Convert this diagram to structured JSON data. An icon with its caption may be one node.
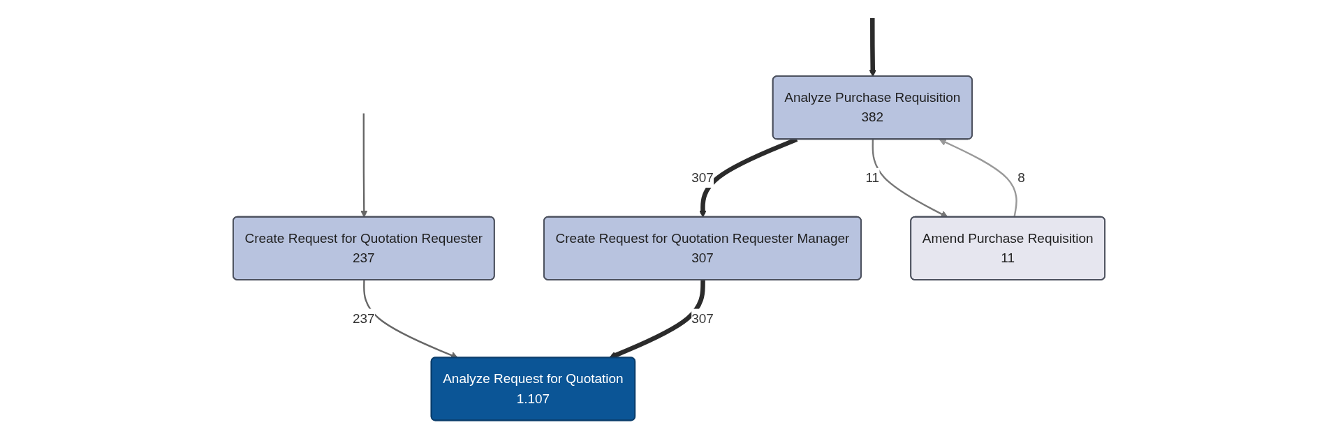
{
  "diagram": {
    "nodes": [
      {
        "text": [
          "Analyze Purchase Requisition",
          "382"
        ]
      },
      {
        "text": [
          "Create Request for Quotation Requester",
          "237"
        ]
      },
      {
        "text": [
          "Create Request for Quotation Requester Manager",
          "307"
        ]
      },
      {
        "text": [
          "Amend Purchase Requisition",
          "11"
        ]
      },
      {
        "text": [
          "Analyze Request for Quotation",
          "1.107"
        ]
      }
    ],
    "edges": [
      {
        "from": null,
        "to": 0,
        "arrow": "to",
        "style": "thick"
      },
      {
        "from": null,
        "to": 1,
        "arrow": "to",
        "color": "#666666"
      },
      {
        "from": 0,
        "to": 2,
        "arrow": "to",
        "label": "307",
        "style": "thick"
      },
      {
        "from": 0,
        "to": 3,
        "arrow": "to",
        "label": "11",
        "color": "#777777"
      },
      {
        "from": 3,
        "to": 0,
        "arrow": "to",
        "label": "8",
        "color": "#999999"
      },
      {
        "from": 1,
        "to": 4,
        "arrow": "to",
        "label": "237",
        "color": "#666666"
      },
      {
        "from": 2,
        "to": 4,
        "arrow": "to",
        "label": "307",
        "style": "thick"
      }
    ]
  }
}
